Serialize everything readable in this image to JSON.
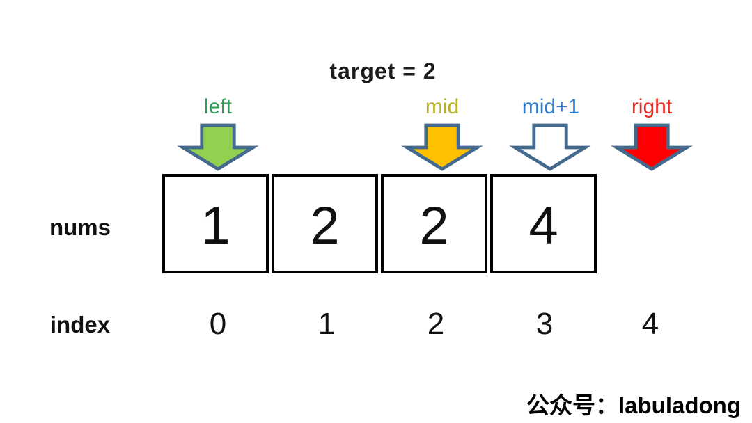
{
  "title": "target = 2",
  "arrow_border": "#44698f",
  "pointers": [
    {
      "label": "left",
      "color": "#2e9e58",
      "fill": "#92d050"
    },
    {
      "label": "mid",
      "color": "#b8b127",
      "fill": "#ffc000"
    },
    {
      "label": "mid+1",
      "color": "#2b7cd0",
      "fill": "#ffffff"
    },
    {
      "label": "right",
      "color": "#ee2722",
      "fill": "#ff0000"
    }
  ],
  "array": {
    "row_label": "nums",
    "values": [
      "1",
      "2",
      "2",
      "4"
    ]
  },
  "index_row": {
    "label": "index",
    "values": [
      "0",
      "1",
      "2",
      "3",
      "4"
    ]
  },
  "watermark": "公众号：labuladong"
}
